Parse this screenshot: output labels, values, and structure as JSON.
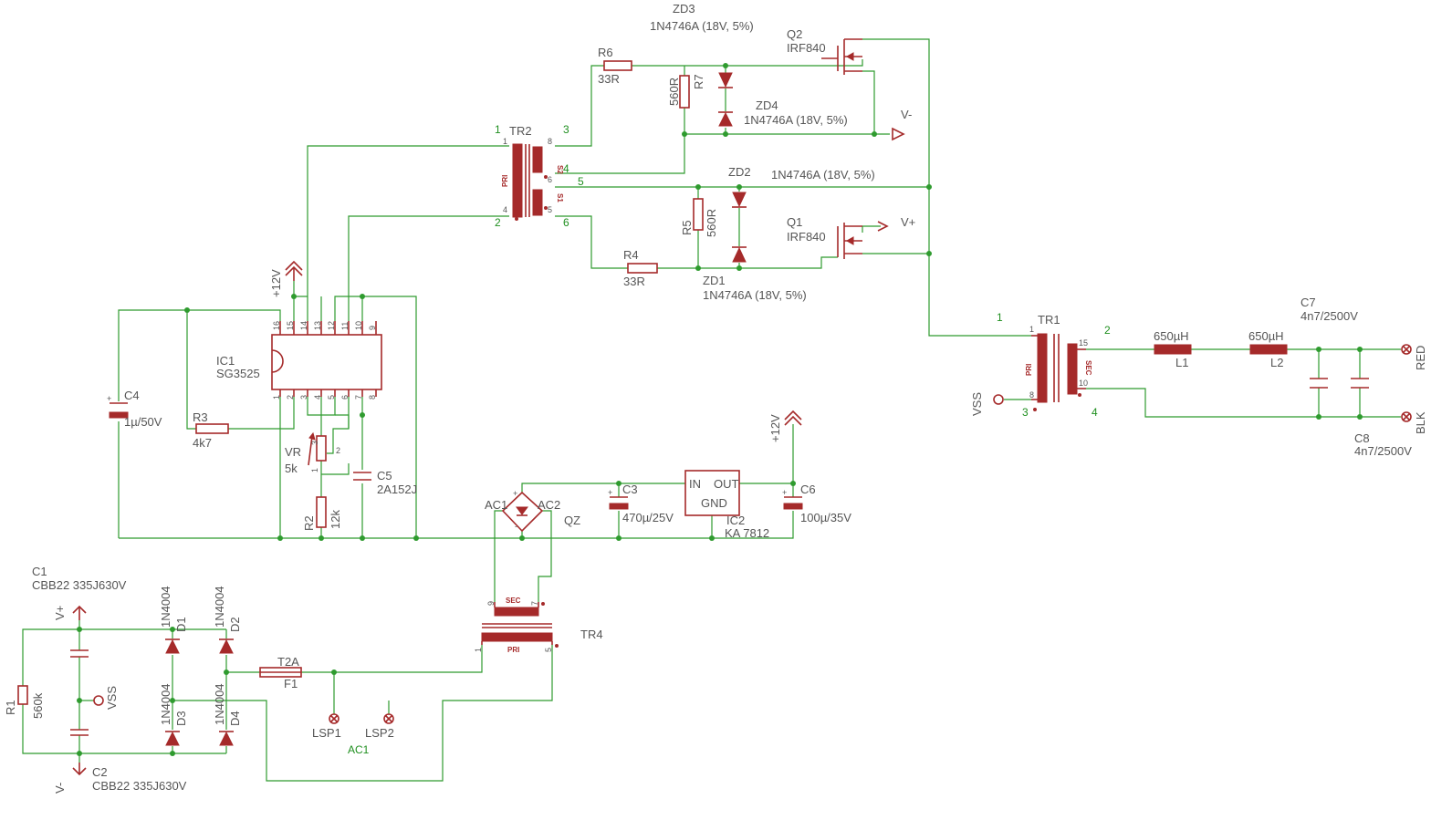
{
  "colors": {
    "wire": "#2f9b2f",
    "part": "#a52a2a",
    "text": "#555555",
    "net": "#1f8f1f"
  },
  "parts": {
    "zd3": {
      "name": "ZD3",
      "value": "1N4746A (18V, 5%)"
    },
    "zd4": {
      "name": "ZD4",
      "value": "1N4746A (18V, 5%)"
    },
    "zd2": {
      "name": "ZD2",
      "value": "1N4746A (18V, 5%)"
    },
    "zd1": {
      "name": "ZD1",
      "value": "1N4746A (18V, 5%)"
    },
    "q2": {
      "name": "Q2",
      "value": "IRF840"
    },
    "q1": {
      "name": "Q1",
      "value": "IRF840"
    },
    "r6": {
      "name": "R6",
      "value": "33R"
    },
    "r7": {
      "name": "R7",
      "value": "560R"
    },
    "r5": {
      "name": "R5",
      "value": "560R"
    },
    "r4": {
      "name": "R4",
      "value": "33R"
    },
    "tr2": {
      "name": "TR2",
      "pri": "PRI",
      "s1": "S1",
      "s2": "S2"
    },
    "ic1": {
      "name": "IC1",
      "value": "SG3525"
    },
    "c4": {
      "name": "C4",
      "value": "1µ/50V"
    },
    "r3": {
      "name": "R3",
      "value": "4k7"
    },
    "vr": {
      "name": "VR",
      "value": "5k"
    },
    "c5": {
      "name": "C5",
      "value": "2A152J"
    },
    "r2": {
      "name": "R2",
      "value": "12k"
    },
    "qz": {
      "name": "QZ",
      "ac1": "AC1",
      "ac2": "AC2"
    },
    "c3": {
      "name": "C3",
      "value": "470µ/25V"
    },
    "ic2": {
      "name": "IC2",
      "value": "KA 7812",
      "in": "IN",
      "out": "OUT",
      "gnd": "GND"
    },
    "c6": {
      "name": "C6",
      "value": "100µ/35V"
    },
    "tr1": {
      "name": "TR1",
      "pri": "PRI",
      "sec": "SEC"
    },
    "l1": {
      "name": "L1",
      "value": "650µH"
    },
    "l2": {
      "name": "L2",
      "value": "650µH"
    },
    "c7": {
      "name": "C7",
      "value": "4n7/2500V"
    },
    "c8": {
      "name": "C8",
      "value": "4n7/2500V"
    },
    "c1": {
      "name": "C1",
      "value": "CBB22 335J630V"
    },
    "c2": {
      "name": "C2",
      "value": "CBB22 335J630V"
    },
    "r1": {
      "name": "R1",
      "value": "560k"
    },
    "d1": {
      "name": "D1",
      "value": "1N4004"
    },
    "d2": {
      "name": "D2",
      "value": "1N4004"
    },
    "d3": {
      "name": "D3",
      "value": "1N4004"
    },
    "d4": {
      "name": "D4",
      "value": "1N4004"
    },
    "f1": {
      "name": "F1",
      "value": "T2A"
    },
    "tr4": {
      "name": "TR4",
      "pri": "PRI",
      "sec": "SEC"
    },
    "lsp1": {
      "name": "LSP1"
    },
    "lsp2": {
      "name": "LSP2"
    }
  },
  "nets": {
    "vminus": "V-",
    "vplus": "V+",
    "vss": "VSS",
    "p12v": "+12V",
    "red": "RED",
    "blk": "BLK",
    "ac1": "AC1",
    "n1": "1",
    "n2": "2",
    "n3": "3",
    "n4": "4",
    "n5": "5",
    "n6": "6"
  },
  "pins": {
    "ic1_top": [
      "16",
      "15",
      "14",
      "13",
      "12",
      "11",
      "10",
      "9"
    ],
    "ic1_bottom": [
      "1",
      "2",
      "3",
      "4",
      "5",
      "6",
      "7",
      "8"
    ],
    "tr2": [
      "1",
      "4",
      "8",
      "6",
      "6",
      "5"
    ],
    "tr1": [
      "1",
      "8",
      "15",
      "10"
    ],
    "tr4": [
      "9",
      "7",
      "1",
      "5"
    ],
    "vr": [
      "3",
      "2",
      "1"
    ]
  }
}
